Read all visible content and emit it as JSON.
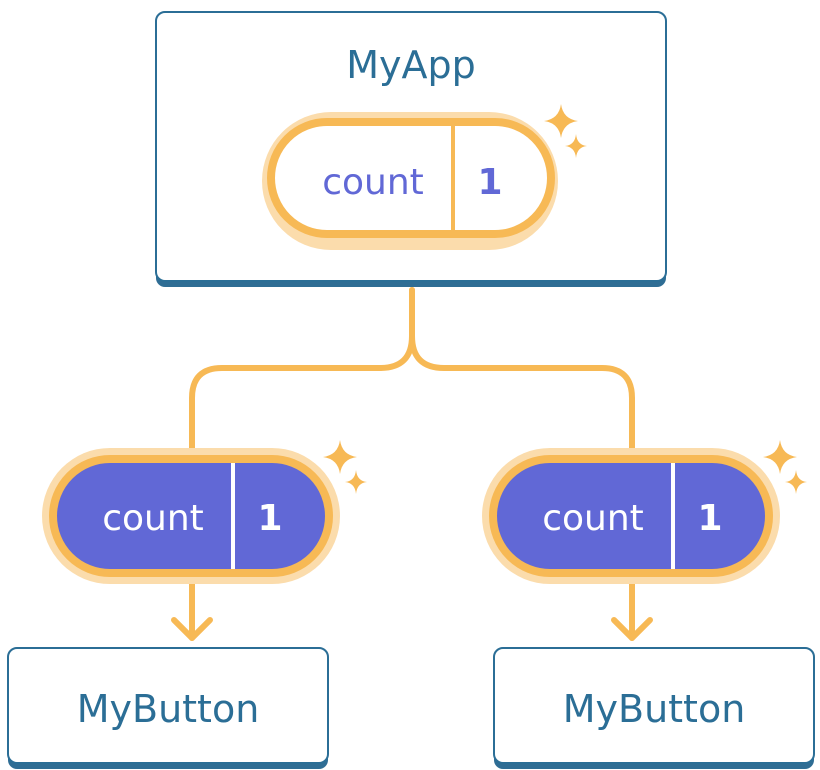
{
  "parent": {
    "title": "MyApp",
    "state": {
      "label": "count",
      "value": "1"
    }
  },
  "children": [
    {
      "title": "MyButton",
      "prop": {
        "label": "count",
        "value": "1"
      }
    },
    {
      "title": "MyButton",
      "prop": {
        "label": "count",
        "value": "1"
      }
    }
  ],
  "colors": {
    "component_border": "#2b6e96",
    "component_shadow": "#2f6d94",
    "title_text": "#2b6e96",
    "highlight_ring": "#f7b955",
    "highlight_glow": "#fbdcac",
    "state_pill_fill": "#ffffff",
    "state_text": "#6168d6",
    "prop_pill_fill": "#6168d6",
    "prop_text": "#ffffff",
    "connector": "#f7b955",
    "sparkle": "#f7b955"
  }
}
